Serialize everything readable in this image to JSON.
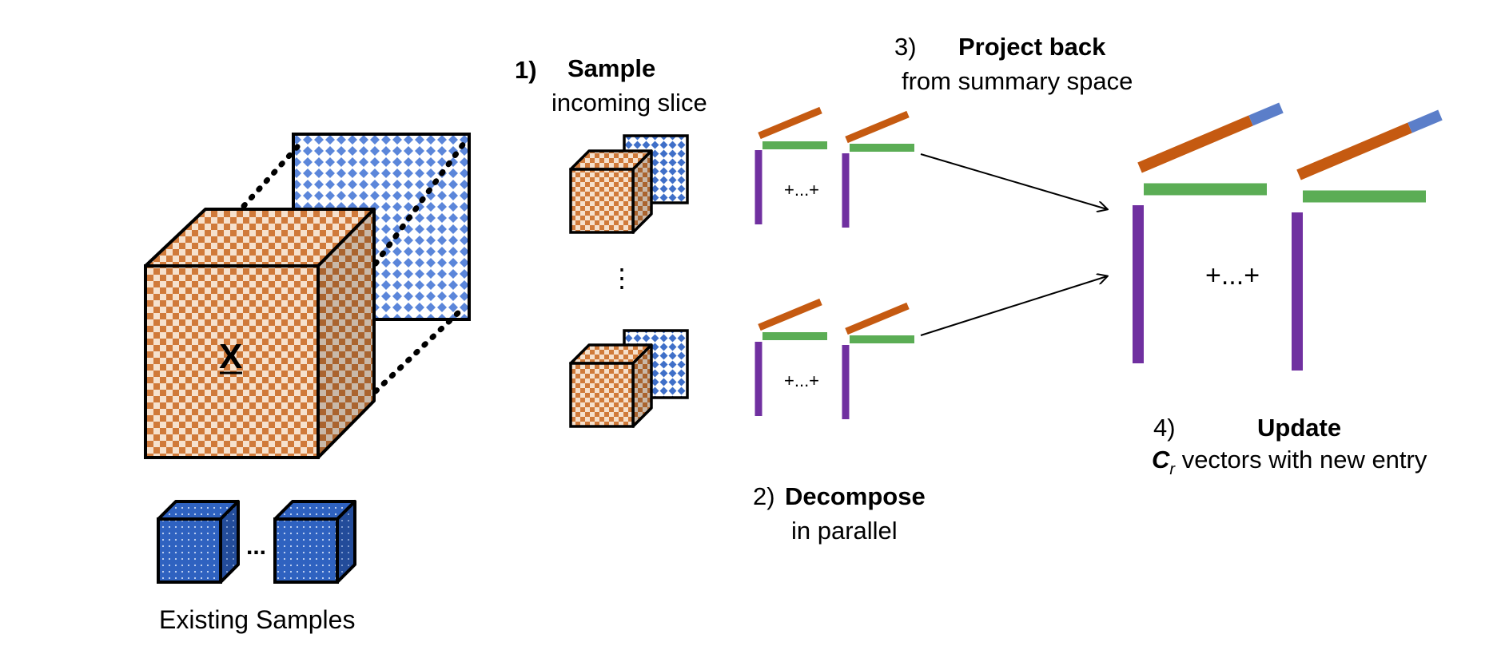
{
  "colors": {
    "orange": "#C8692A",
    "orange_light": "#F2D7BF",
    "orange_check": "#E3A26E",
    "blue": "#4F7CD8",
    "blue_light": "#E6EEFB",
    "blue_dark": "#2C5AA8",
    "blue_side": "#1F4B95",
    "purple": "#7030A0",
    "green": "#5BAD55",
    "bar_orange": "#C55A11",
    "bar_blue": "#5B7EC9",
    "outline": "#000000"
  },
  "tensor": {
    "label": "X"
  },
  "existing": {
    "label": "Existing Samples",
    "ellipsis": "..."
  },
  "step1": {
    "number": "1)",
    "title": "Sample",
    "subtitle": "incoming slice",
    "ellipsis": "⋮"
  },
  "step2": {
    "number": "2)",
    "title": "Decompose",
    "subtitle": "in parallel",
    "sum_label": "+...+"
  },
  "step3": {
    "number": "3)",
    "title": "Project back",
    "subtitle": "from summary space"
  },
  "step4": {
    "number": "4)",
    "title": "Update",
    "c_symbol": "C",
    "c_subscript": "r",
    "subtitle": "vectors with new entry",
    "sum_label": "+...+"
  }
}
